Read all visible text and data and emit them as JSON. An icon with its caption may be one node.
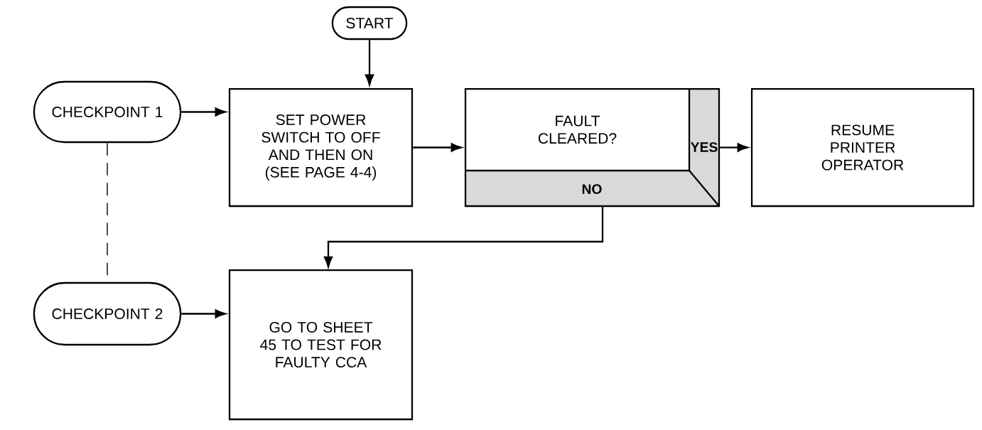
{
  "diagram": {
    "nodes": [
      {
        "text": [
          "START"
        ]
      },
      {
        "text": [
          "CHECKPOINT 1"
        ]
      },
      {
        "text": [
          "SET POWER SWITCH TO OFF AND THEN ON (SEE PAGE 4-4)"
        ]
      },
      {
        "text": [
          "FAULT CLEARED?"
        ]
      },
      {
        "text": [
          "RESUME PRINTER OPERATOR"
        ]
      },
      {
        "text": [
          "CHECKPOINT 2"
        ]
      },
      {
        "text": [
          "GO TO SHEET 45 TO TEST FOR FAULTY CCA"
        ]
      }
    ],
    "edges": [
      {
        "from": 0,
        "to": 2,
        "arrow": "to"
      },
      {
        "from": 1,
        "to": 2,
        "arrow": "to"
      },
      {
        "from": 2,
        "to": 3,
        "arrow": "to"
      },
      {
        "from": 3,
        "to": 4,
        "arrow": "to",
        "label": "YES"
      },
      {
        "from": 3,
        "to": 6,
        "arrow": "to",
        "label": "NO"
      },
      {
        "from": 1,
        "to": 5,
        "arrow": "none",
        "style": "dashed"
      },
      {
        "from": 5,
        "to": 6,
        "arrow": "to"
      }
    ]
  }
}
